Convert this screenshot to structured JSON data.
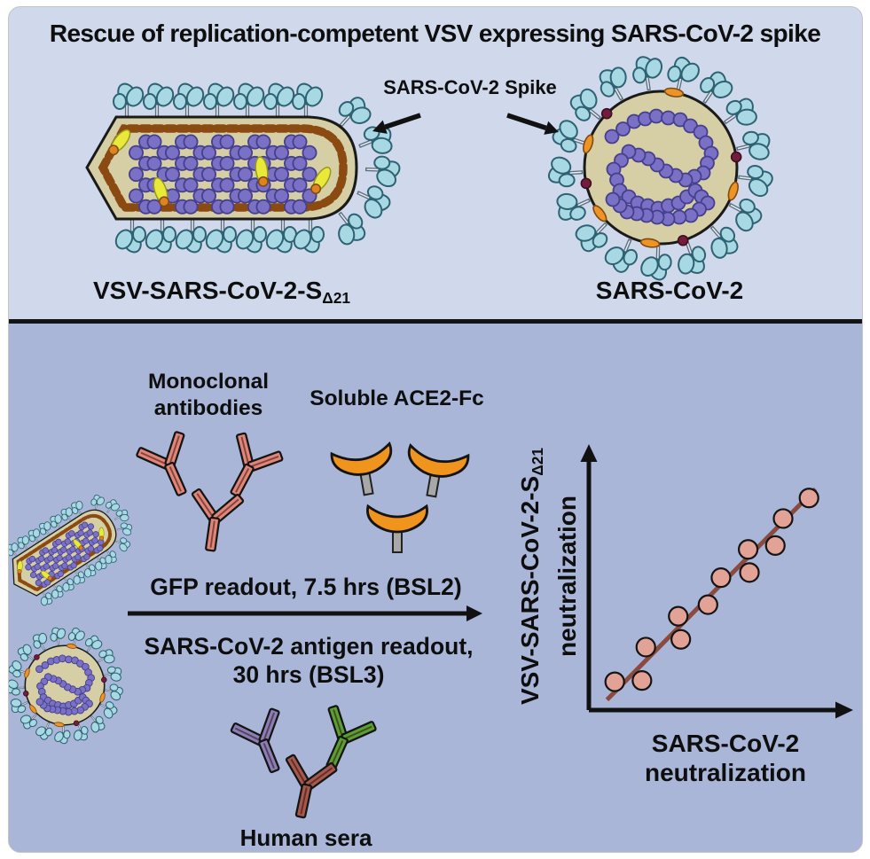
{
  "title": "Rescue of replication-competent VSV expressing SARS-CoV-2 spike",
  "top_panel": {
    "spike_pointer_label": "SARS-CoV-2 Spike",
    "vsv_label_main": "VSV-SARS-CoV-2-S",
    "vsv_label_sub": "Δ21",
    "sars_label": "SARS-CoV-2"
  },
  "bottom_panel": {
    "monoclonal_label_line1": "Monoclonal",
    "monoclonal_label_line2": "antibodies",
    "ace2_label": "Soluble ACE2-Fc",
    "gfp_readout_label": "GFP readout, 7.5 hrs (BSL2)",
    "antigen_readout_line1": "SARS-CoV-2 antigen readout,",
    "antigen_readout_line2": "30 hrs (BSL3)",
    "human_sera_label": "Human sera"
  },
  "chart_data": {
    "type": "scatter",
    "title": "",
    "xlabel": "SARS-CoV-2 neutralization",
    "ylabel": "VSV-SARS-CoV-2-SΔ21 neutralization",
    "xlabel_line1": "SARS-CoV-2",
    "xlabel_line2": "neutralization",
    "ylabel_line1_main": "VSV-SARS-CoV-2-S",
    "ylabel_line1_sub": "Δ21",
    "ylabel_line2": "neutralization",
    "xlim": [
      0,
      100
    ],
    "ylim": [
      0,
      100
    ],
    "grid": false,
    "ticks": "none (schematic axes with arrowheads)",
    "x": [
      10,
      20.5,
      22,
      34.5,
      35.5,
      46,
      51,
      61.5,
      62,
      72,
      75,
      85
    ],
    "y": [
      11,
      11.5,
      24.5,
      36.5,
      27.5,
      41,
      51.5,
      62.5,
      53.5,
      64,
      74.5,
      82.5
    ],
    "trendline": {
      "x1": 7,
      "y1": 4,
      "x2": 87.5,
      "y2": 86
    },
    "point_color": "#e2a396",
    "point_stroke": "#141414",
    "line_color": "#8a4a3e",
    "axis_color": "#111111"
  },
  "colors": {
    "panel_top_bg": "#d0d9ec",
    "panel_bottom_bg": "#a9b6d8",
    "virus_body": "#d6cfa5",
    "virus_outline": "#1a1a1a",
    "bead_brown": "#8a4a12",
    "nucleo_purple": "#7a70c5",
    "nucleo_stroke": "#45408c",
    "chain_line": "#6a79bb",
    "ribbon_blue": "#7f93c4",
    "spike_fill": "#a8d8e4",
    "spike_stroke": "#2e6272",
    "yellow_protein": "#e9e93a",
    "orange_tip": "#e0821e",
    "membrane_orange": "#ee9426",
    "membrane_maroon": "#731d3d",
    "mono_antibody": "#e08678",
    "sera_purple": "#8a7fb5",
    "sera_green": "#5b9e35",
    "sera_brick": "#a5584c",
    "ace2_orange": "#f0941e",
    "ace2_stem_gray": "#a8a8a8",
    "arrow_black": "#111111"
  }
}
